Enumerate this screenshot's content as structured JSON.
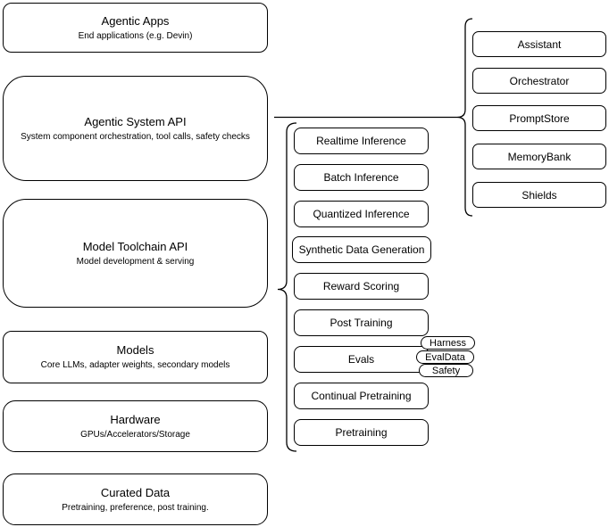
{
  "diagram": {
    "layers": [
      {
        "title": "Agentic Apps",
        "subtitle": "End applications (e.g. Devin)"
      },
      {
        "title": "Agentic System API",
        "subtitle": "System component orchestration, tool calls, safety checks"
      },
      {
        "title": "Model Toolchain API",
        "subtitle": "Model development & serving"
      },
      {
        "title": "Models",
        "subtitle": "Core LLMs, adapter weights, secondary models"
      },
      {
        "title": "Hardware",
        "subtitle": "GPUs/Accelerators/Storage"
      },
      {
        "title": "Curated Data",
        "subtitle": "Pretraining, preference, post training."
      }
    ],
    "toolchain_services": [
      "Realtime Inference",
      "Batch Inference",
      "Quantized Inference",
      "Synthetic Data Generation",
      "Reward Scoring",
      "Post Training",
      "Evals",
      "Continual Pretraining",
      "Pretraining"
    ],
    "evals_tags": [
      "Harness",
      "EvalData",
      "Safety"
    ],
    "system_components": [
      "Assistant",
      "Orchestrator",
      "PromptStore",
      "MemoryBank",
      "Shields"
    ],
    "colors": {
      "stroke": "#000000",
      "fill": "#ffffff",
      "text": "#000000"
    }
  }
}
